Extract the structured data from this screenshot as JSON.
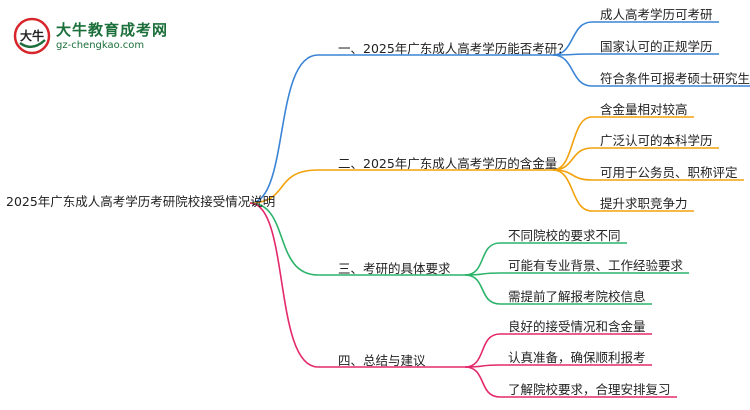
{
  "logo": {
    "mark_text": "大牛",
    "name": "大牛教育成考网",
    "url": "gz-chengkao.com"
  },
  "root": "2025年广东成人高考学历考研院校接受情况说明",
  "branches": [
    {
      "label": "一、2025年广东成人高考学历能否考研？",
      "color": "#3a84d6",
      "leaves": [
        "成人高考学历可考研",
        "国家认可的正规学历",
        "符合条件可报考硕士研究生"
      ]
    },
    {
      "label": "二、2025年广东成人高考学历的含金量",
      "color": "#f2a20c",
      "leaves": [
        "含金量相对较高",
        "广泛认可的本科学历",
        "可用于公务员、职称评定",
        "提升求职竞争力"
      ]
    },
    {
      "label": "三、考研的具体要求",
      "color": "#2cb36a",
      "leaves": [
        "不同院校的要求不同",
        "可能有专业背景、工作经验要求",
        "需提前了解报考院校信息"
      ]
    },
    {
      "label": "四、总结与建议",
      "color": "#e3296b",
      "leaves": [
        "良好的接受情况和含金量",
        "认真准备，确保顺利报考",
        "了解院校要求，合理安排复习"
      ]
    }
  ]
}
